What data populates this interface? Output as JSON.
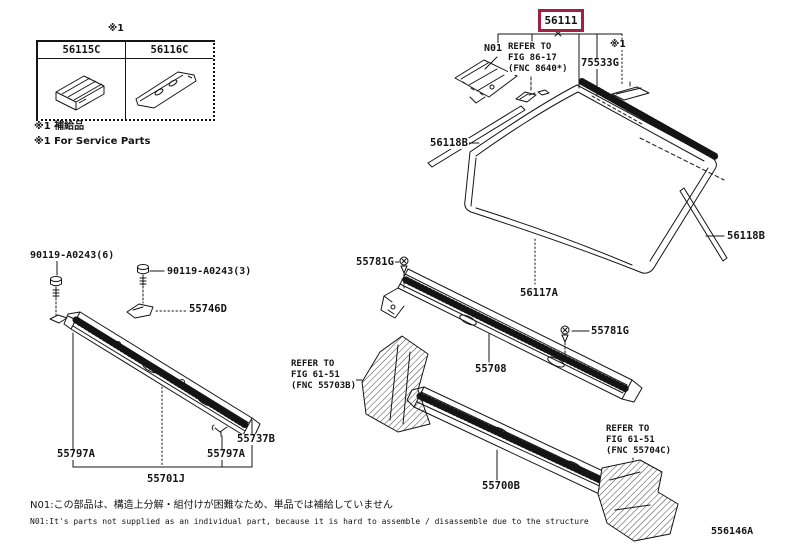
{
  "figure": {
    "code": "556146A",
    "highlighted_part": "56111"
  },
  "colors": {
    "line": "#141414",
    "highlight_border": "#9e2143",
    "background": "#ffffff"
  },
  "service_table": {
    "marker": "※1",
    "headers": [
      "56115C",
      "56116C"
    ],
    "footnote_jp": "※1 補給品",
    "footnote_en": "※1 For Service Parts"
  },
  "callouts": {
    "windshield": "56111",
    "n01": "N01",
    "camera_refer": {
      "line1": "REFER TO",
      "line2": "FIG 86-17",
      "line3": "(FNC 8640*)"
    },
    "moulding_outside": "75533G",
    "service_marker": "※1",
    "moulding_side": "56118B",
    "glass_stopper": "56117A",
    "cowl_clip": "55781G",
    "bolt_6": "90119-A0243(6)",
    "bolt_3": "90119-A0243(3)",
    "weatherstrip": "55746D",
    "louver_center": "55708",
    "refer_lh": {
      "line1": "REFER TO",
      "line2": "FIG 61-51",
      "line3": "(FNC 55703B)"
    },
    "hook_clip": "55737B",
    "louver_end": "55797A",
    "louver_assy": "55701J",
    "louver_lower": "55700B",
    "refer_rh": {
      "line1": "REFER TO",
      "line2": "FIG 61-51",
      "line3": "(FNC 55704C)"
    }
  },
  "notes": {
    "n01_jp": "N01:この部品は、構造上分解・組付けが困難なため、単品では補給していません",
    "n01_en": "N01:It's parts not supplied as an individual part, because it is hard to assemble / disassemble due to the structure"
  }
}
